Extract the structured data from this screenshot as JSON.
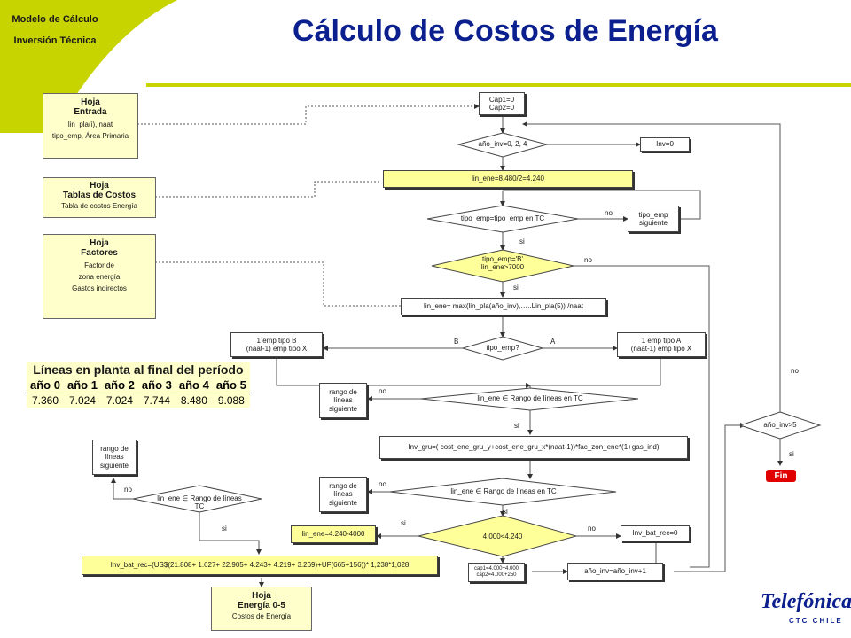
{
  "header": {
    "corner_line1": "Modelo de Cálculo",
    "corner_line2": "Inversión Técnica",
    "title": "Cálculo de Costos de Energía"
  },
  "sheets": {
    "entrada": {
      "title1": "Hoja",
      "title2": "Entrada",
      "line1": "lin_pla(i), naat",
      "line2": "tipo_emp, Área Primaria"
    },
    "tablas": {
      "title1": "Hoja",
      "title2": "Tablas de Costos",
      "line1": "Tabla de costos Energía"
    },
    "factores": {
      "title1": "Hoja",
      "title2": "Factores",
      "line1": "Factor de",
      "line2": "zona energía",
      "line3": "Gastos indirectos"
    },
    "energia": {
      "title1": "Hoja",
      "title2": "Energía 0-5",
      "line1": "Costos de Energía"
    }
  },
  "flow": {
    "cap": "Cap1=0\nCap2=0",
    "ano_inv_cond": "año_inv=0, 2, 4",
    "inv0": "Inv=0",
    "lin_ene_1": "lin_ene=8.480/2=4.240",
    "tipo_emp_cond": "tipo_emp=tipo_emp en TC",
    "tipo_emp_sig": "tipo_emp\nsiguiente",
    "tipo_b_cond": "tipo_emp='B'\nlin_ene>7000",
    "lin_ene_max": "lin_ene= max(lin_pla(año_inv),…..Lin_pla(5)) /naat",
    "tipo_emp_q": "tipo_emp?",
    "emp_b": "1 emp tipo B\n(naat-1) emp tipo X",
    "emp_a": "1 emp tipo A\n(naat-1) emp tipo X",
    "rango_cond": "lin_ene ∈ Rango de líneas en TC",
    "rango_sig": "rango de\nlíneas\nsiguiente",
    "inv_gru": "Inv_gru=( cost_ene_gru_y+cost_ene_gru_x*(naat-1))*fac_zon_ene*(1+gas_ind)",
    "rango_cond2": "lin_ene ∈ Rango de líneas en TC",
    "rango_sig2": "rango de\nlíneas\nsiguiente",
    "rango_sig3": "rango de\nlíneas\nsiguiente",
    "rango_cond3": "lin_ene ∈ Rango de líneas\nTC",
    "range_cond4": "4.000<4.240",
    "lin_ene_4240": "lin_ene=4.240-4000",
    "inv_bat_0": "Inv_bat_rec=0",
    "inv_bat_rec": "Inv_bat_rec=(US$(21.808+ 1.627+ 22.905+ 4.243+ 4.219+ 3.269)+UF(665+156))* 1,238*1,028",
    "cap_small": "cap1=4.000+4.000\ncap2=4.000+250",
    "ano_inc": "año_inv=año_inv+1",
    "ano_gt5": "año_inv>5",
    "fin": "Fin"
  },
  "labels": {
    "si": "si",
    "no": "no",
    "a": "A",
    "b": "B"
  },
  "lineas_table": {
    "title": "Líneas en planta al final del período",
    "years": [
      "año 0",
      "año 1",
      "año 2",
      "año 3",
      "año 4",
      "año 5"
    ],
    "values": [
      "7.360",
      "7.024",
      "7.024",
      "7.744",
      "8.480",
      "9.088"
    ]
  },
  "brand": {
    "name": "Telefónica",
    "sub": "CTC CHILE"
  },
  "colors": {
    "accent": "#c8d400",
    "title": "#0b1f8f",
    "diamond": "#ffff99",
    "fin": "#e00000"
  }
}
